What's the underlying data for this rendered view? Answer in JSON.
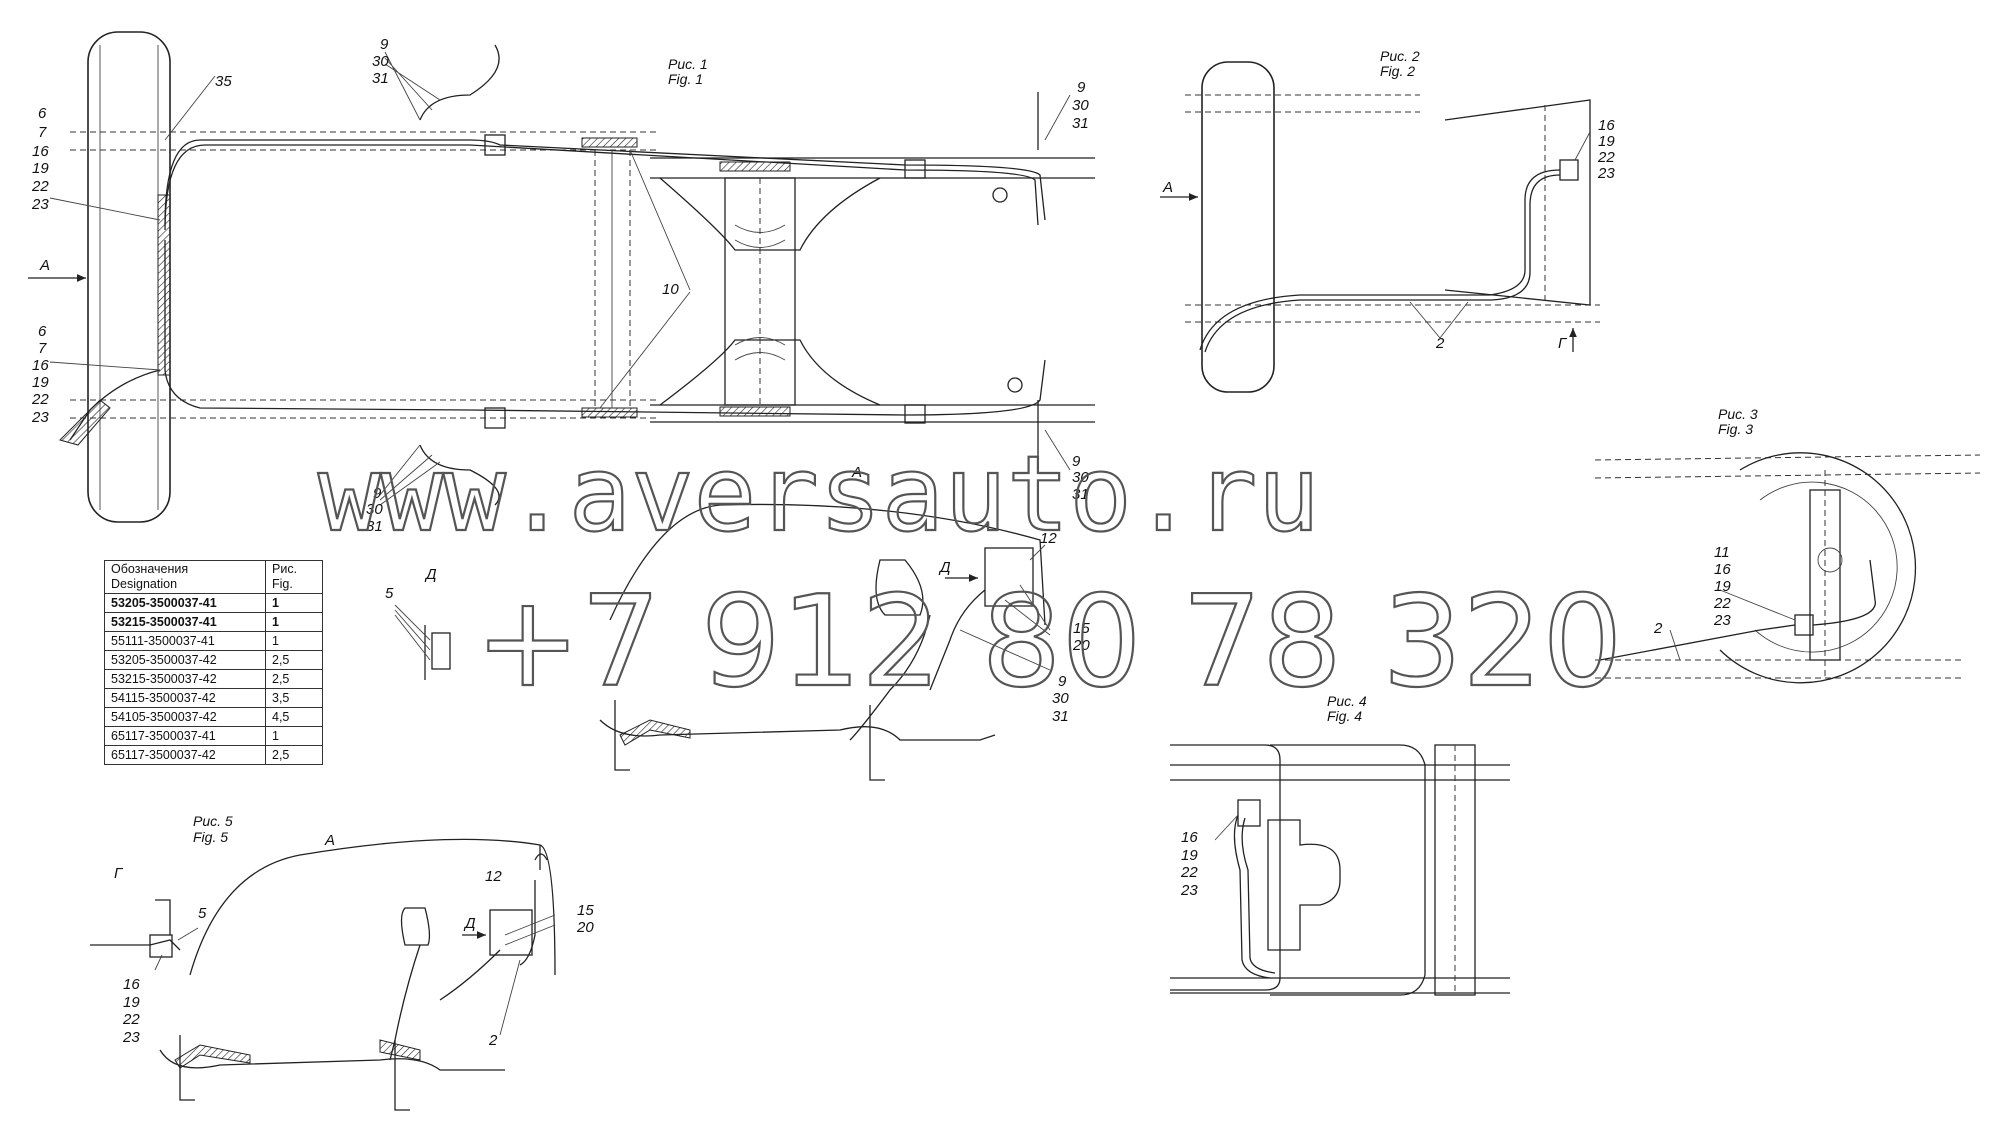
{
  "watermark": {
    "site": "www.aversauto.ru",
    "phone": "+7 912 80 78 320"
  },
  "figures": [
    {
      "ru": "Рис. 1",
      "en": "Fig. 1"
    },
    {
      "ru": "Рис. 2",
      "en": "Fig. 2"
    },
    {
      "ru": "Рис. 3",
      "en": "Fig. 3"
    },
    {
      "ru": "Рис. 4",
      "en": "Fig. 4"
    },
    {
      "ru": "Рис. 5",
      "en": "Fig. 5"
    }
  ],
  "views": {
    "a": "A",
    "d": "Д",
    "g": "Г"
  },
  "callouts": {
    "c2": "2",
    "c5": "5",
    "c6": "6",
    "c7": "7",
    "c9": "9",
    "c10": "10",
    "c11": "11",
    "c12": "12",
    "c15": "15",
    "c16": "16",
    "c19": "19",
    "c20": "20",
    "c22": "22",
    "c23": "23",
    "c30": "30",
    "c31": "31",
    "c35": "35"
  },
  "table": {
    "header": {
      "designation_ru": "Обозначения",
      "designation_en": "Designation",
      "fig_ru": "Рис.",
      "fig_en": "Fig."
    },
    "rows": [
      {
        "designation": "53205-3500037-41",
        "fig": "1",
        "bold": true
      },
      {
        "designation": "53215-3500037-41",
        "fig": "1",
        "bold": true
      },
      {
        "designation": "55111-3500037-41",
        "fig": "1",
        "bold": false
      },
      {
        "designation": "53205-3500037-42",
        "fig": "2,5",
        "bold": false
      },
      {
        "designation": "53215-3500037-42",
        "fig": "2,5",
        "bold": false
      },
      {
        "designation": "54115-3500037-42",
        "fig": "3,5",
        "bold": false
      },
      {
        "designation": "54105-3500037-42",
        "fig": "4,5",
        "bold": false
      },
      {
        "designation": "65117-3500037-41",
        "fig": "1",
        "bold": false
      },
      {
        "designation": "65117-3500037-42",
        "fig": "2,5",
        "bold": false
      }
    ]
  }
}
